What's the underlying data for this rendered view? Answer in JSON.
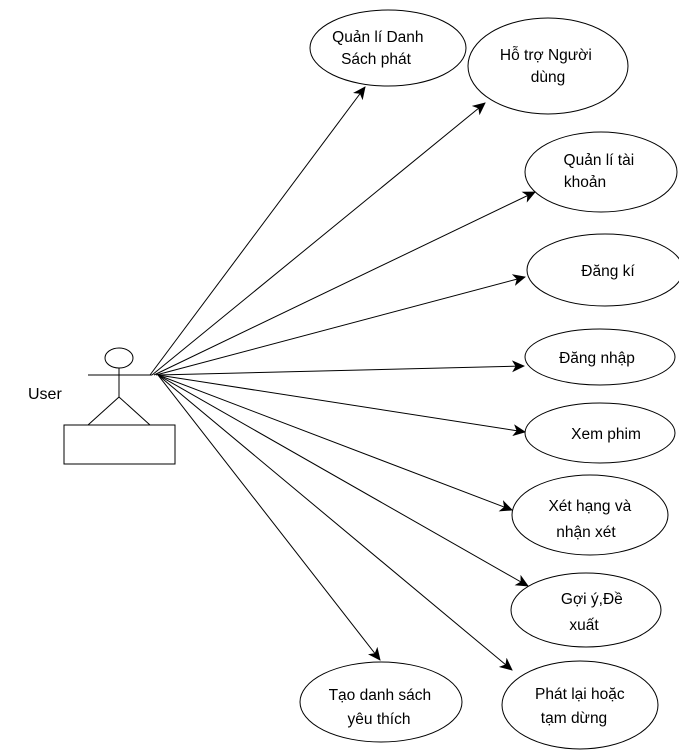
{
  "actor": {
    "label": "User"
  },
  "use_cases": [
    {
      "id": "uc-quan-li-danh-sach-phat",
      "lines": [
        "Quản lí Danh",
        "Sách phát"
      ]
    },
    {
      "id": "uc-ho-tro-nguoi-dung",
      "lines": [
        "Hỗ trợ Người",
        "dùng"
      ]
    },
    {
      "id": "uc-quan-li-tai-khoan",
      "lines": [
        "Quản lí tài",
        "khoản"
      ]
    },
    {
      "id": "uc-dang-ki",
      "lines": [
        "Đăng kí"
      ]
    },
    {
      "id": "uc-dang-nhap",
      "lines": [
        "Đăng nhập"
      ]
    },
    {
      "id": "uc-xem-phim",
      "lines": [
        "Xem phim"
      ]
    },
    {
      "id": "uc-xet-hang-va-nhan-xet",
      "lines": [
        "Xét hạng và",
        "nhận xét"
      ]
    },
    {
      "id": "uc-goi-y-de-xuat",
      "lines": [
        "Gợi  ý,Đề",
        "xuất"
      ]
    },
    {
      "id": "uc-phat-lai-hoac-tam-dung",
      "lines": [
        "Phát lại  hoặc",
        "tạm dừng"
      ]
    },
    {
      "id": "uc-tao-danh-sach-yeu-thich",
      "lines": [
        "Tạo danh sách",
        "yêu thích"
      ]
    }
  ],
  "colors": {
    "stroke": "#000000",
    "fill": "#ffffff",
    "text": "#000000"
  }
}
